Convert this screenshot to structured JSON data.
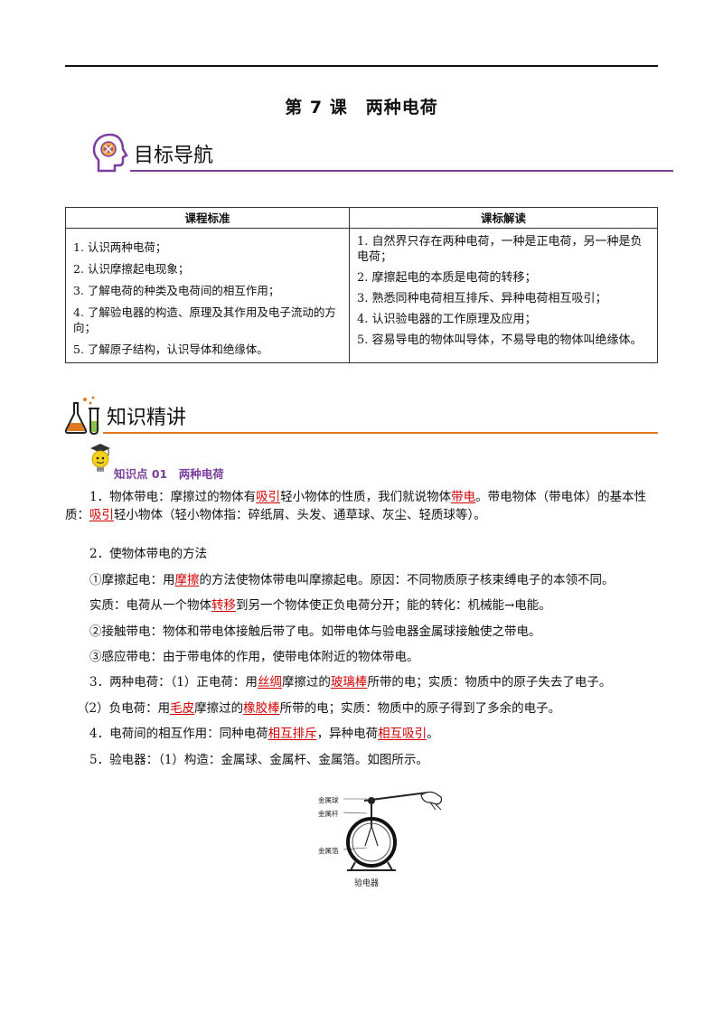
{
  "page": {
    "lesson_title": "第 7 课　两种电荷"
  },
  "goal_section": {
    "title": "目标导航",
    "icon": "brain-head-icon"
  },
  "standards_table": {
    "headers": [
      "课程标准",
      "课标解读"
    ],
    "left_items": [
      "1. 认识两种电荷；",
      "2. 认识摩擦起电现象；",
      "3. 了解电荷的种类及电荷间的相互作用；",
      "4. 了解验电器的构造、原理及其作用及电子流动的方向；",
      "5. 了解原子结构，认识导体和绝缘体。"
    ],
    "right_items": [
      "1. 自然界只存在两种电荷，一种是正电荷，另一种是负电荷；",
      "2. 摩擦起电的本质是电荷的转移；",
      "3. 熟悉同种电荷相互排斥、异种电荷相互吸引；",
      "4. 认识验电器的工作原理及应用；",
      "5. 容易导电的物体叫导体，不易导电的物体叫绝缘体。"
    ]
  },
  "knowledge_section": {
    "title": "知识精讲",
    "icon": "lab-flask-icon"
  },
  "knowledge_point": {
    "title": "知识点 01　两种电荷",
    "icon": "graduate-bulb-icon"
  },
  "content": {
    "p1": {
      "a": "1．物体带电：摩擦过的物体有",
      "b": "吸引",
      "c": "轻小物体的性质，我们就说物体",
      "d": "带电",
      "e": "。带电物体（带电体）的基本性质：",
      "f": "吸引",
      "g": "轻小物体（轻小物体指：碎纸屑、头发、通草球、灰尘、轻质球等）。"
    },
    "p2": "2．使物体带电的方法",
    "p3": {
      "a": "①摩擦起电：用",
      "b": "摩擦",
      "c": "的方法使物体带电叫摩擦起电。原因：不同物质原子核束缚电子的本领不同。"
    },
    "p4": {
      "a": "实质：电荷从一个物体",
      "b": "转移",
      "c": "到另一个物体使正负电荷分开；能的转化：机械能→电能。"
    },
    "p5": "②接触带电：物体和带电体接触后带了电。如带电体与验电器金属球接触使之带电。",
    "p6": "③感应带电：由于带电体的作用，使带电体附近的物体带电。",
    "p7": {
      "a": "3．两种电荷：（1）正电荷：用",
      "b": "丝绸",
      "c": "摩擦过的",
      "d": "玻璃棒",
      "e": "所带的电；实质：物质中的原子失去了电子。"
    },
    "p8": {
      "a": "（2）负电荷：用",
      "b": "毛皮",
      "c": "摩擦过的",
      "d": "橡胶棒",
      "e": "所带的电；实质：物质中的原子得到了多余的电子。"
    },
    "p9": {
      "a": "4．电荷间的相互作用：同种电荷",
      "b": "相互排斥",
      "c": "，异种电荷",
      "d": "相互吸引",
      "e": "。"
    },
    "p10": "5．验电器：（1）构造：金属球、金属杆、金属箔。如图所示。"
  },
  "figure": {
    "label_ball": "金属球",
    "label_rod": "金属杆",
    "label_foil": "金属箔",
    "caption": "验电器"
  },
  "colors": {
    "purple_accent": "#7a3e9d",
    "orange_accent": "#e07a20",
    "highlight_red": "#d40000"
  }
}
